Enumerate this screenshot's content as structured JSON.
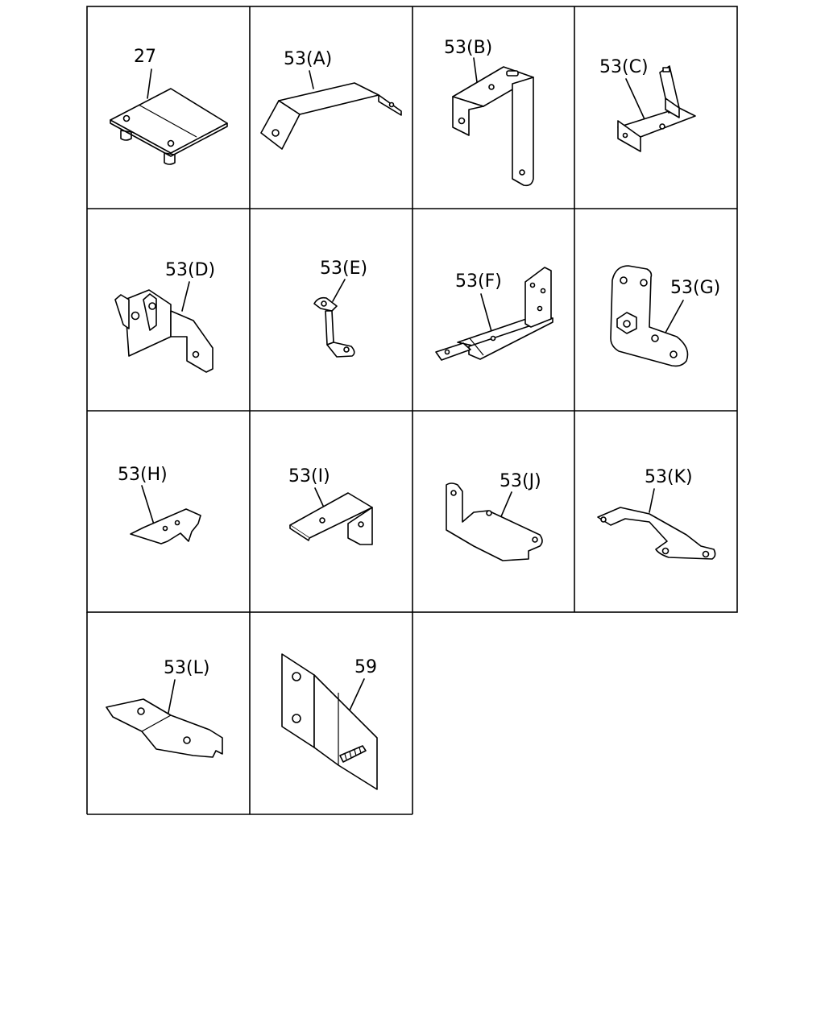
{
  "parts": [
    {
      "id": "p27",
      "label": "27"
    },
    {
      "id": "p53a",
      "label": "53(A)"
    },
    {
      "id": "p53b",
      "label": "53(B)"
    },
    {
      "id": "p53c",
      "label": "53(C)"
    },
    {
      "id": "p53d",
      "label": "53(D)"
    },
    {
      "id": "p53e",
      "label": "53(E)"
    },
    {
      "id": "p53f",
      "label": "53(F)"
    },
    {
      "id": "p53g",
      "label": "53(G)"
    },
    {
      "id": "p53h",
      "label": "53(H)"
    },
    {
      "id": "p53i",
      "label": "53(I)"
    },
    {
      "id": "p53j",
      "label": "53(J)"
    },
    {
      "id": "p53k",
      "label": "53(K)"
    },
    {
      "id": "p53l",
      "label": "53(L)"
    },
    {
      "id": "p59",
      "label": "59"
    }
  ]
}
